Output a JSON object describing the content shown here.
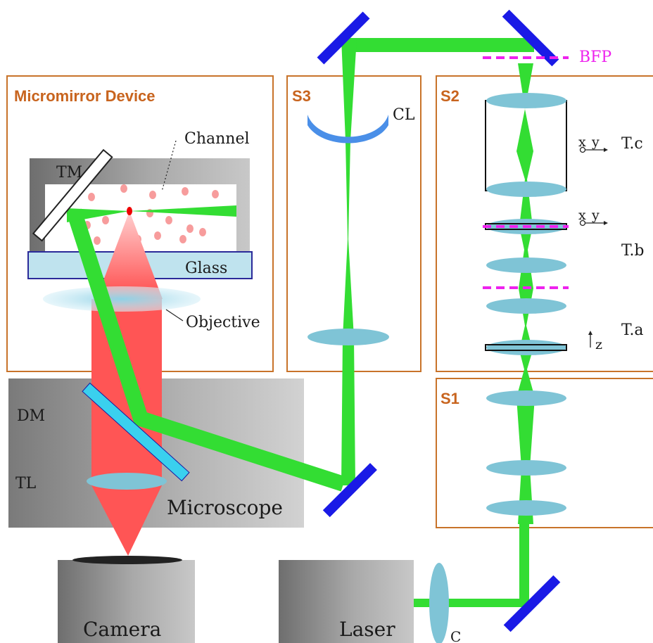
{
  "labels": {
    "micromirror_device": "Micromirror Device",
    "channel": "Channel",
    "tm": "TM",
    "glass": "Glass",
    "objective": "Objective",
    "dm": "DM",
    "tl": "TL",
    "microscope": "Microscope",
    "camera": "Camera",
    "laser": "Laser",
    "c": "C",
    "s1": "S1",
    "s2": "S2",
    "s3": "S3",
    "cl": "CL",
    "bfp": "BFP",
    "tc": "T.c",
    "tb": "T.b",
    "ta": "T.a",
    "axis_x": "x",
    "axis_y": "y",
    "axis_z": "z"
  },
  "colors": {
    "section_border": "#c8732a",
    "section_label": "#c8641e",
    "beam_green": "#33dd33",
    "beam_red": "#ff5555",
    "lens_blue": "#7fc4d6",
    "mirror_blue": "#1a1ae6",
    "dichroic_cyan": "#3ad0ee",
    "bfp_magenta": "#ee22ee",
    "box_gray": "#9a9a9a"
  }
}
